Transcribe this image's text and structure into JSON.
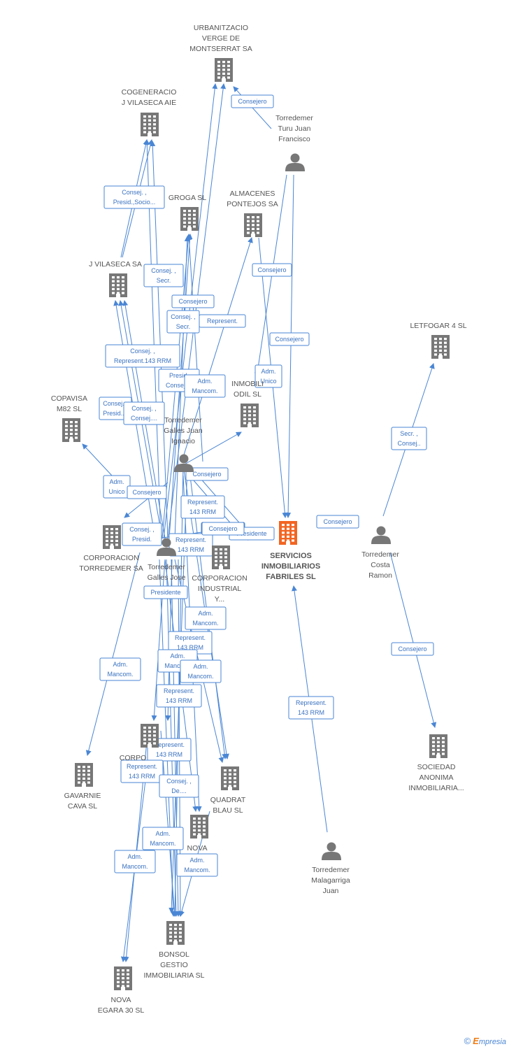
{
  "colors": {
    "edge": "#4a86d4",
    "company": "#777777",
    "main_company": "#f26522",
    "person": "#777777"
  },
  "nodes": [
    {
      "id": "urbanitzacio",
      "type": "company",
      "lines": [
        "URBANITZACIO",
        "VERGE DE",
        "MONTSERRAT SA"
      ]
    },
    {
      "id": "cogeneracio",
      "type": "company",
      "lines": [
        "COGENERACIO",
        "J VILASECA AIE"
      ]
    },
    {
      "id": "turu",
      "type": "person",
      "lines": [
        "Torredemer",
        "Turu Juan",
        "Francisco"
      ]
    },
    {
      "id": "groga",
      "type": "company",
      "lines": [
        "GROGA  SL"
      ]
    },
    {
      "id": "almacenes",
      "type": "company",
      "lines": [
        "ALMACENES",
        "PONTEJOS SA"
      ]
    },
    {
      "id": "vilaseca",
      "type": "company",
      "lines": [
        "J VILASECA SA"
      ]
    },
    {
      "id": "letfogar",
      "type": "company",
      "lines": [
        "LETFOGAR 4 SL"
      ]
    },
    {
      "id": "inmobodil",
      "type": "company",
      "lines": [
        "INMOBILI",
        "ODIL SL"
      ]
    },
    {
      "id": "copavisa",
      "type": "company",
      "lines": [
        "COPAVISA",
        "M82  SL"
      ]
    },
    {
      "id": "ignacio",
      "type": "person",
      "lines": [
        "Torredemer",
        "Galles Juan",
        "Ignacio"
      ]
    },
    {
      "id": "servicios",
      "type": "main",
      "lines": [
        "SERVICIOS",
        "INMOBILIARIOS",
        "FABRILES SL"
      ]
    },
    {
      "id": "costa",
      "type": "person",
      "lines": [
        "Torredemer",
        "Costa",
        "Ramon"
      ]
    },
    {
      "id": "corptorredemer",
      "type": "company",
      "lines": [
        "CORPORACION",
        "TORREDEMER SA"
      ]
    },
    {
      "id": "jose",
      "type": "person",
      "lines": [
        "Torredemer",
        "Galles Jose"
      ]
    },
    {
      "id": "corpindustrial",
      "type": "company",
      "lines": [
        "CORPORACION",
        "INDUSTRIAL",
        "Y..."
      ]
    },
    {
      "id": "sociedad",
      "type": "company",
      "lines": [
        "SOCIEDAD",
        "ANONIMA",
        "INMOBILIARIA..."
      ]
    },
    {
      "id": "corpo2",
      "type": "company",
      "lines": [
        "CORPO"
      ]
    },
    {
      "id": "gavarnie",
      "type": "company",
      "lines": [
        "GAVARNIE",
        "CAVA SL"
      ]
    },
    {
      "id": "quadrat",
      "type": "company",
      "lines": [
        "QUADRAT",
        "BLAU SL"
      ]
    },
    {
      "id": "nova",
      "type": "company",
      "lines": [
        "NOVA"
      ]
    },
    {
      "id": "malagarriga",
      "type": "person",
      "lines": [
        "Torredemer",
        "Malagarriga",
        "Juan"
      ]
    },
    {
      "id": "bonsol",
      "type": "company",
      "lines": [
        "BONSOL",
        "GESTIO",
        "IMMOBILIARIA SL"
      ]
    },
    {
      "id": "novaegara",
      "type": "company",
      "lines": [
        "NOVA",
        "EGARA 30 SL"
      ]
    }
  ],
  "edge_labels": [
    [
      "Consejero"
    ],
    [
      "Consej. ,",
      "Presid.,Socio..."
    ],
    [
      "Consejero"
    ],
    [
      "Consej. ,",
      "Secr."
    ],
    [
      "Consejero"
    ],
    [
      "Consej. ,",
      "Secr."
    ],
    [
      "Represent."
    ],
    [
      "Consejero"
    ],
    [
      "LETFOGAR 4 SL"
    ],
    [
      "Consej. ,",
      "Represent.143 RRM"
    ],
    [
      "Adm.",
      "Unico"
    ],
    [
      "Presid.",
      "Consej...."
    ],
    [
      "Adm.",
      "Mancom."
    ],
    [
      "Secr. ,",
      "Consej.."
    ],
    [
      "Consej. ,",
      "Presid...."
    ],
    [
      "Consej. ,",
      "Consej...."
    ],
    [
      "Adm.",
      "Unico"
    ],
    [
      "Consejero"
    ],
    [
      "Consejero"
    ],
    [
      "Represent.",
      "143 RRM"
    ],
    [
      "Consejero"
    ],
    [
      "Consejero"
    ],
    [
      "Presidente"
    ],
    [
      "Consej. ,",
      "Presid."
    ],
    [
      "Represent.",
      "143 RRM"
    ],
    [
      "Presidente"
    ],
    [
      "Adm.",
      "Mancom."
    ],
    [
      "Represent.",
      "143 RRM"
    ],
    [
      "Adm.",
      "Mancom."
    ],
    [
      "Adm.",
      "Mancom."
    ],
    [
      "Consejero"
    ],
    [
      "Adm.",
      "Mancom."
    ],
    [
      "Represent.",
      "143 RRM"
    ],
    [
      "Represent.",
      "143 RRM"
    ],
    [
      "Represent.",
      "143 RRM"
    ],
    [
      "Represent.",
      "143 RRM"
    ],
    [
      "Consej. ,",
      "De...."
    ],
    [
      "Adm.",
      "Mancom."
    ],
    [
      "Adm.",
      "Mancom."
    ],
    [
      "Adm.",
      "Mancom."
    ],
    [
      "Consejero"
    ]
  ],
  "footer": {
    "copyright": "©",
    "brand_first": "E",
    "brand_rest": "mpresia"
  }
}
